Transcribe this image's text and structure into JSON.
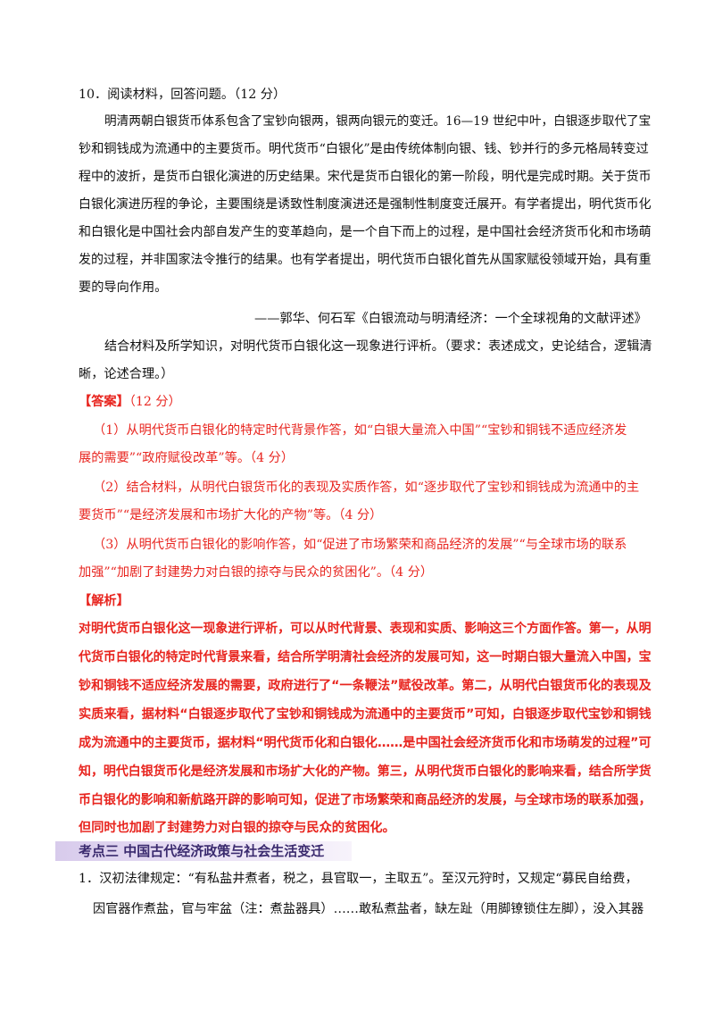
{
  "question": {
    "header": "10．阅读材料，回答问题。（12 分）",
    "material": [
      "明清两朝白银货币体系包含了宝钞向银两，银两向银元的变迁。16—19 世纪中叶，白银逐步取代了宝",
      "钞和铜钱成为流通中的主要货币。明代货币“白银化”是由传统体制向银、钱、钞并行的多元格局转变过",
      "程中的波折，是货币白银化演进的历史结果。宋代是货币白银化的第一阶段，明代是完成时期。关于货币",
      "白银化演进历程的争论，主要围绕是诱致性制度演进还是强制性制度变迁展开。有学者提出，明代货币化",
      "和白银化是中国社会内部自发产生的变革趋向，是一个自下而上的过程，是中国社会经济货币化和市场萌",
      "发的过程，并非国家法令推行的结果。也有学者提出，明代货币白银化首先从国家赋役领域开始，具有重",
      "要的导向作用。"
    ],
    "source": "——郭华、何石军《白银流动与明清经济：一个全球视角的文献评述》",
    "task": [
      "结合材料及所学知识，对明代货币白银化这一现象进行评析。（要求：表述成文，史论结合，逻辑清",
      "晰，论述合理。）"
    ]
  },
  "answer": {
    "label": "【答案】",
    "score": "（12 分）",
    "points": [
      "（1）从明代货币白银化的特定时代背景作答，如“白银大量流入中国”“宝钞和铜钱不适应经济发",
      "展的需要”“政府赋役改革”等。（4 分）",
      "（2）结合材料，从明代白银货币化的表现及实质作答，如“逐步取代了宝钞和铜钱成为流通中的主",
      "要货币”“是经济发展和市场扩大化的产物”等。（4 分）",
      "（3）从明代货币白银化的影响作答，如“促进了市场繁荣和商品经济的发展”“与全球市场的联系",
      "加强”“加剧了封建势力对白银的掠夺与民众的贫困化”。（4 分）"
    ]
  },
  "analysis": {
    "label": "【解析】",
    "lines": [
      "对明代货币白银化这一现象进行评析，可以从时代背景、表现和实质、影响这三个方面作答。第一，从明",
      "代货币白银化的特定时代背景来看，结合所学明清社会经济的发展可知，这一时期白银大量流入中国，宝",
      "钞和铜钱不适应经济发展的需要，政府进行了“一条鞭法”赋役改革。第二，从明代白银货币化的表现及",
      "实质来看，据材料“白银逐步取代了宝钞和铜钱成为流通中的主要货币”可知，白银逐步取代宝钞和铜钱",
      "成为流通中的主要货币，据材料“明代货币化和白银化……是中国社会经济货币化和市场萌发的过程”可",
      "知，明代白银货币化是经济发展和市场扩大化的产物。第三，从明代货币白银化的影响来看，结合所学货",
      "币白银化的影响和新航路开辟的影响可知，促进了市场繁荣和商品经济的发展，与全球市场的联系加强，",
      "但同时也加剧了封建势力对白银的掠夺与民众的贫困化。"
    ]
  },
  "section_heading": "考点三  中国古代经济政策与社会生活变迁",
  "next_question": [
    "1．汉初法律规定：“有私盐井煮者，税之，县官取一，主取五”。至汉元狩时，又规定“募民自给费，",
    "因官器作煮盐，官与牢盆（注：煮盐器具）……敢私煮盐者，缺左趾（用脚镣锁住左脚），没入其器"
  ],
  "colors": {
    "answer_red": "#e8251f",
    "heading_bg": "#d8cbec",
    "heading_text": "#3a2a6e"
  }
}
